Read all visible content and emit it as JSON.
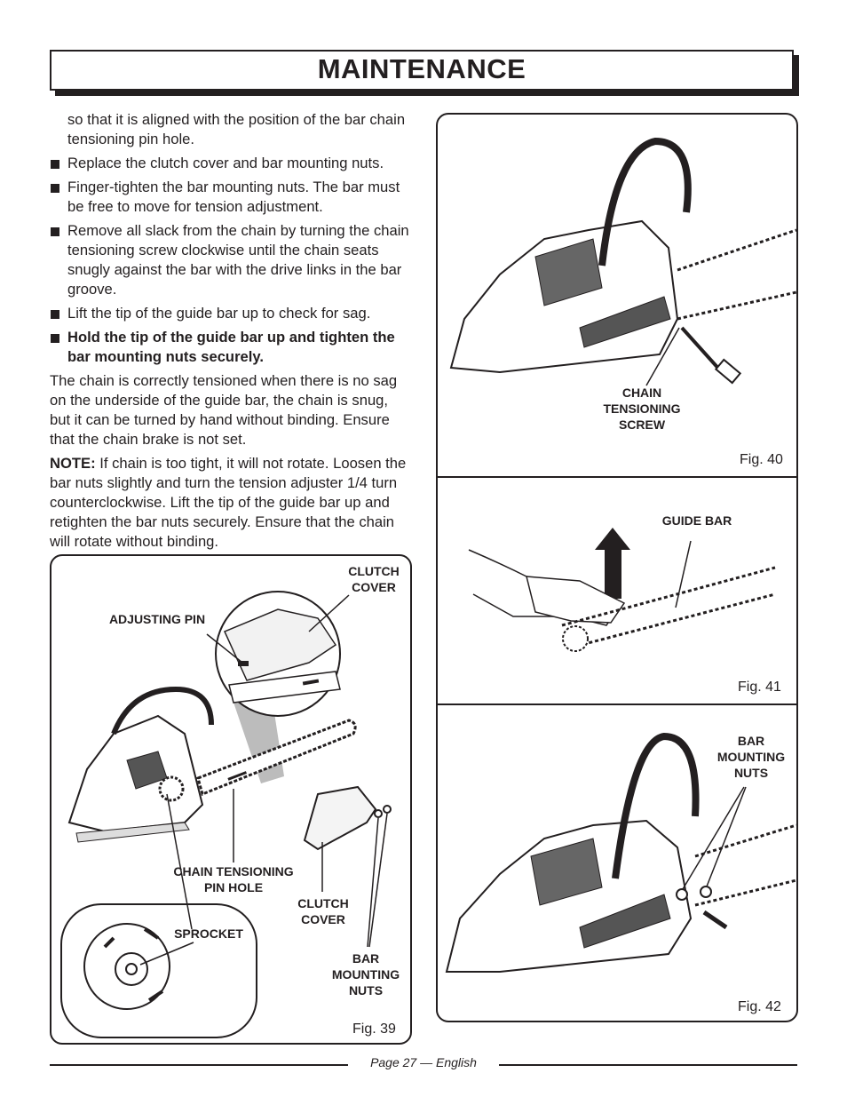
{
  "header": {
    "title": "MAINTENANCE"
  },
  "body": {
    "continuation": "so that it is aligned with the position of the bar chain tensioning pin hole.",
    "bullets": [
      "Replace the clutch cover and bar mounting nuts.",
      "Finger-tighten the bar mounting nuts. The bar must be free to move for tension adjustment.",
      "Remove all slack from the chain by turning the chain tensioning screw clockwise until the chain seats snugly against the bar with the drive links in the bar groove.",
      "Lift the tip of the guide bar up to check for sag.",
      "Hold the tip of the guide bar up and tighten the bar mounting nuts securely."
    ],
    "paragraph": "The chain is correctly tensioned when there is no sag on the underside of the guide bar, the chain is snug, but it can be turned by hand without binding. Ensure that the chain brake is not set.",
    "note_label": "NOTE:",
    "note_text": "If chain is too tight, it will not rotate. Loosen the bar nuts slightly and turn the tension adjuster 1/4 turn counterclockwise. Lift the tip of the guide bar up and retighten the bar nuts securely. Ensure that the chain will rotate without binding."
  },
  "figures": {
    "fig39": {
      "number": "Fig. 39",
      "labels": {
        "clutch_cover_top": "CLUTCH COVER",
        "adjusting_pin": "ADJUSTING PIN",
        "chain_tensioning_pin_hole": "CHAIN TENSIONING PIN HOLE",
        "clutch_cover_bottom": "CLUTCH COVER",
        "sprocket": "SPROCKET",
        "bar_mounting_nuts": "BAR MOUNTING NUTS"
      }
    },
    "fig40": {
      "number": "Fig. 40",
      "labels": {
        "chain_tensioning_screw": "CHAIN TENSIONING SCREW"
      }
    },
    "fig41": {
      "number": "Fig. 41",
      "labels": {
        "guide_bar": "GUIDE BAR"
      }
    },
    "fig42": {
      "number": "Fig. 42",
      "labels": {
        "bar_mounting_nuts": "BAR MOUNTING NUTS"
      }
    }
  },
  "footer": {
    "page": "Page 27 — English"
  }
}
